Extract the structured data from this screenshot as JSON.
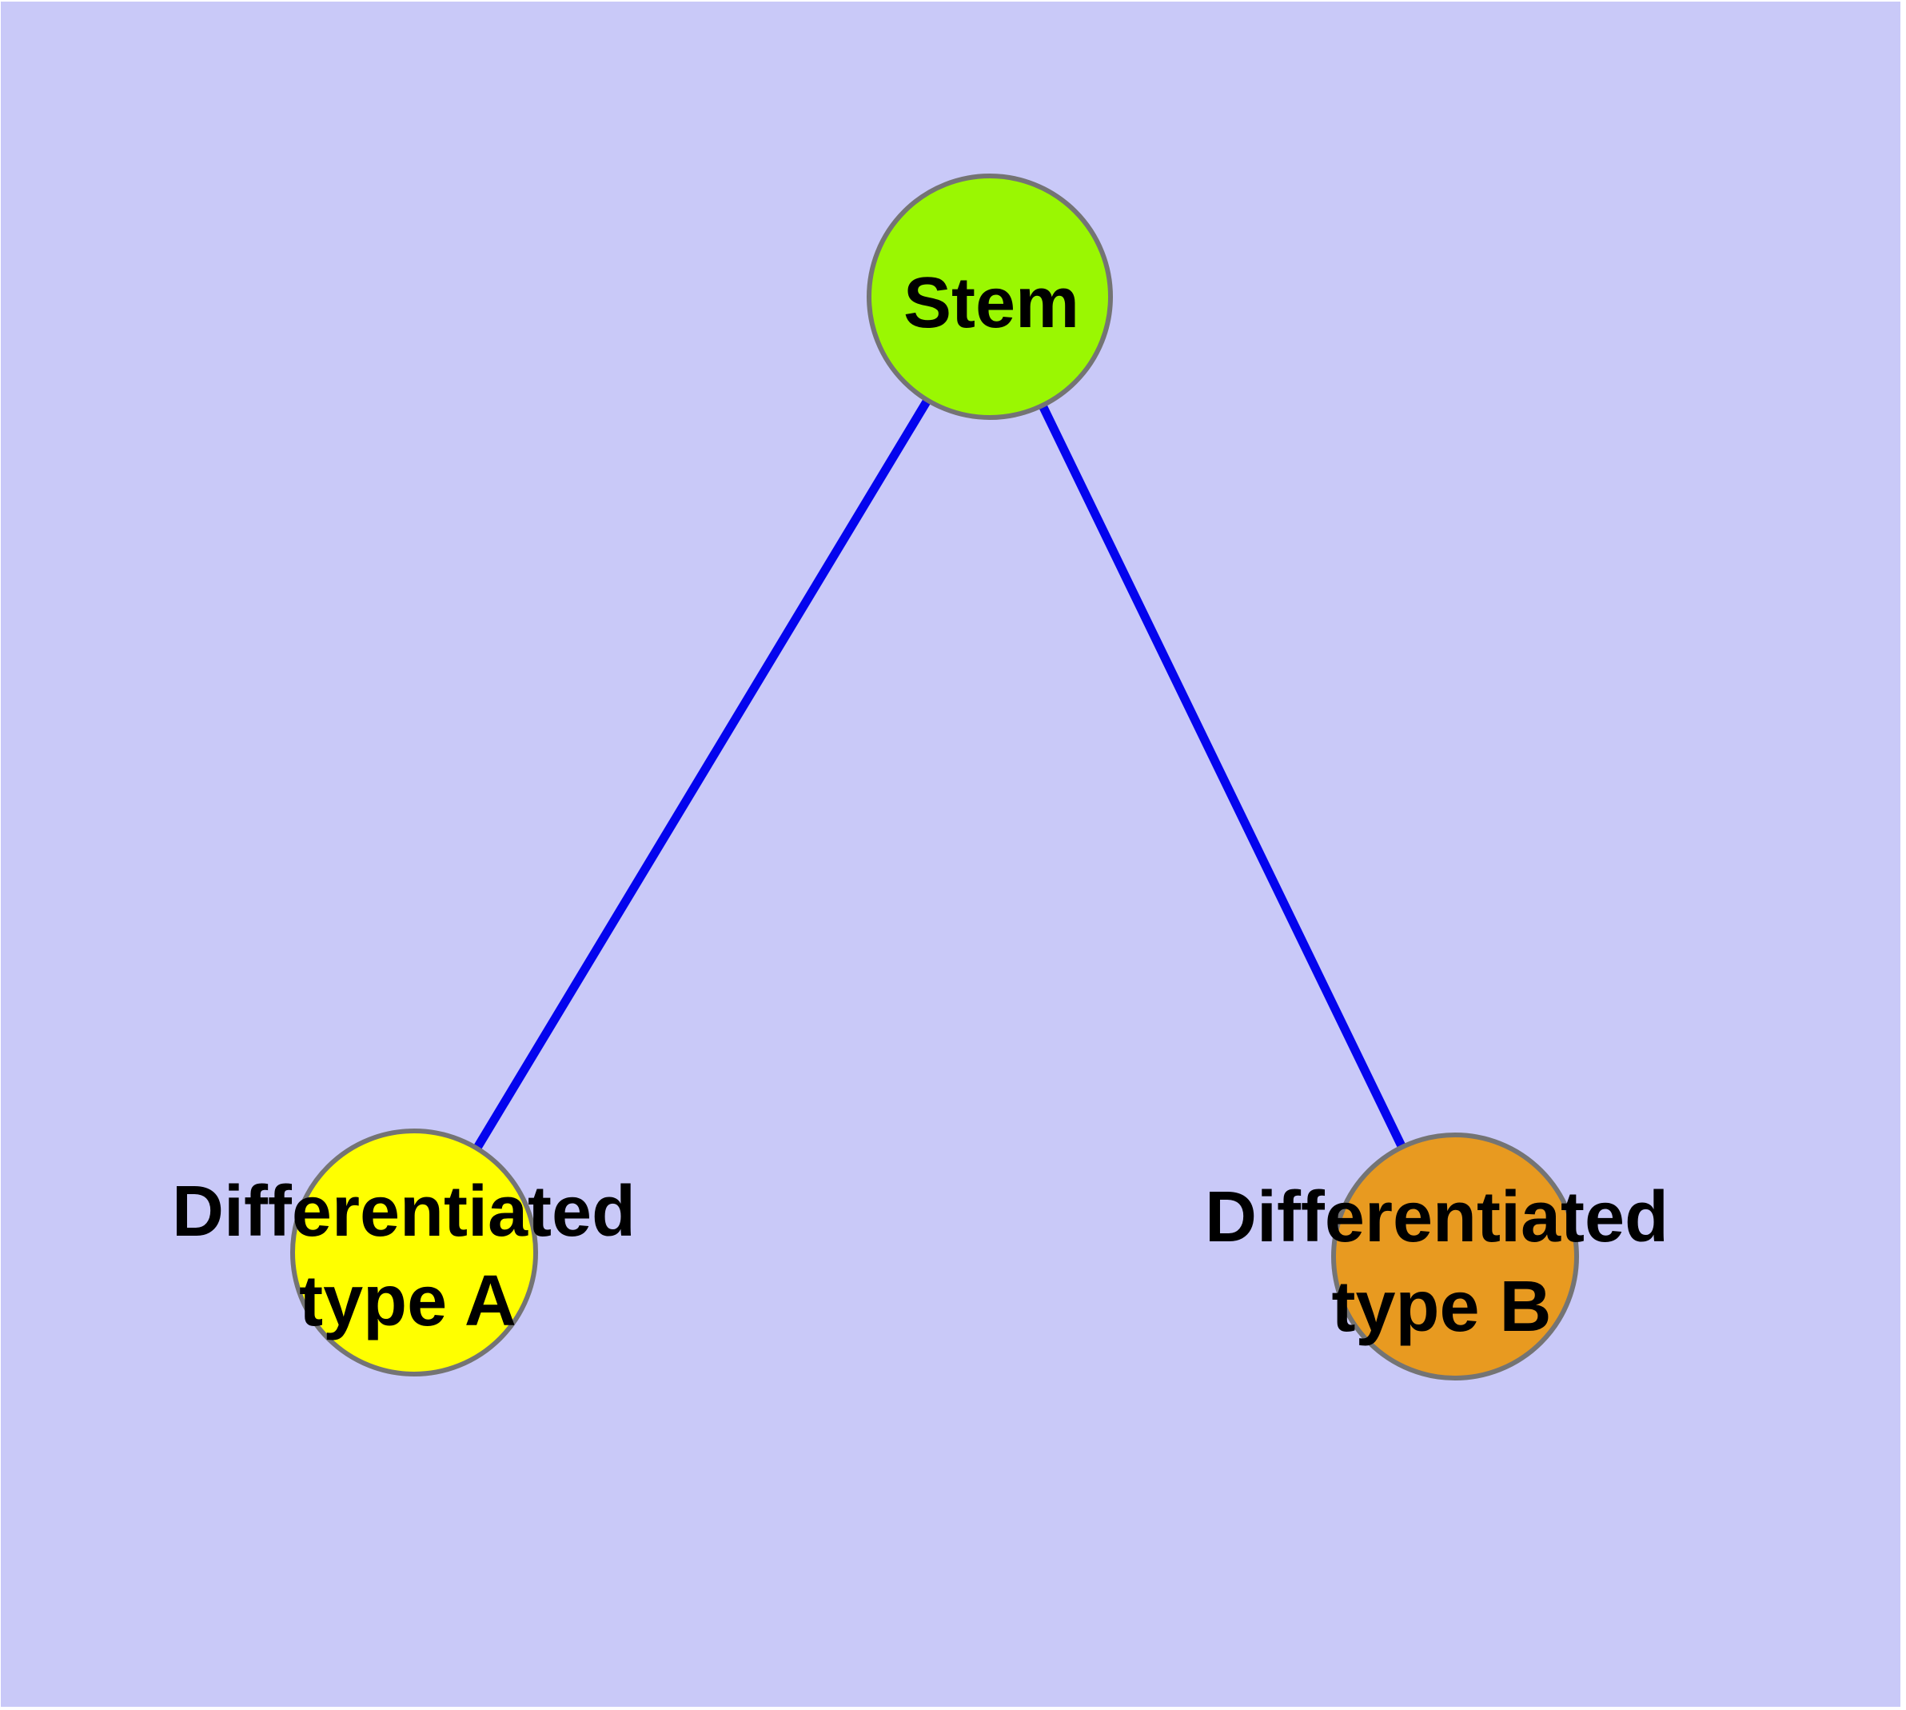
{
  "canvas": {
    "background_color": "#C9C9F8",
    "page_color": "#FFFFFF",
    "node_border_color": "#747474",
    "edge_color": "#0404EE",
    "text_color": "#000000"
  },
  "nodes": {
    "stem": {
      "label": "Stem",
      "fill": "#9AF702"
    },
    "type_a": {
      "label_line_1": "Differentiated",
      "label_line_2": "type A",
      "fill": "#FFFF00"
    },
    "type_b": {
      "label_line_1": "Differentiated",
      "label_line_2": "type B",
      "fill": "#E89A20"
    }
  },
  "edges": [
    {
      "from": "Stem",
      "to": "Differentiated type A"
    },
    {
      "from": "Stem",
      "to": "Differentiated type B"
    }
  ]
}
